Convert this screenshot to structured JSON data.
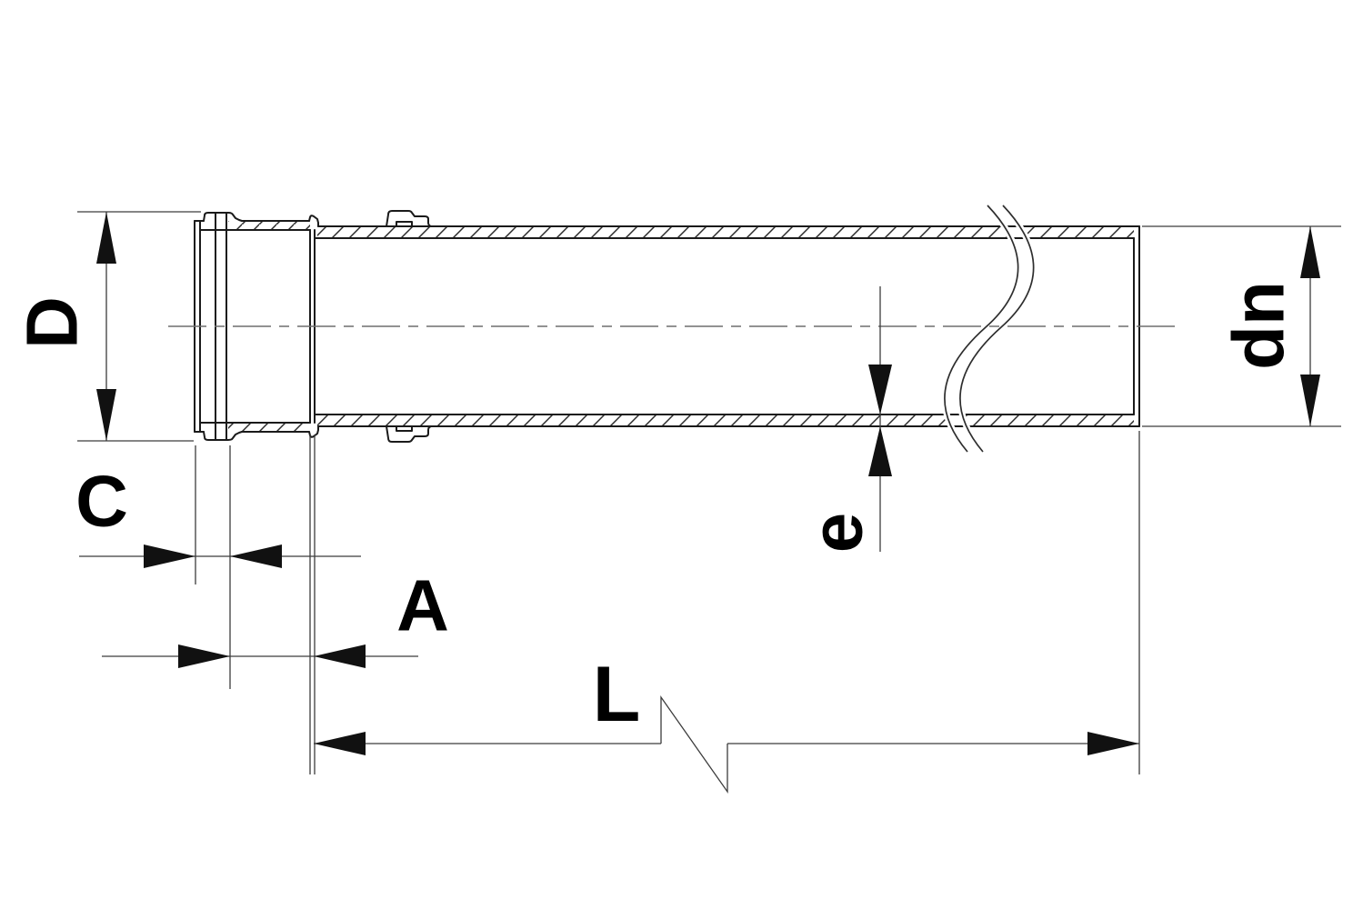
{
  "drawing": {
    "labels": {
      "socket_outer_diameter": "D",
      "mouth_lip": "C",
      "socket_depth": "A",
      "pipe_length": "L",
      "wall_thickness": "e",
      "nominal_diameter": "dn"
    },
    "colors": {
      "background": "#ffffff",
      "outline": "#1a1a1a",
      "dimension_lines": "#3c3c3c",
      "labels": "#000000"
    }
  }
}
